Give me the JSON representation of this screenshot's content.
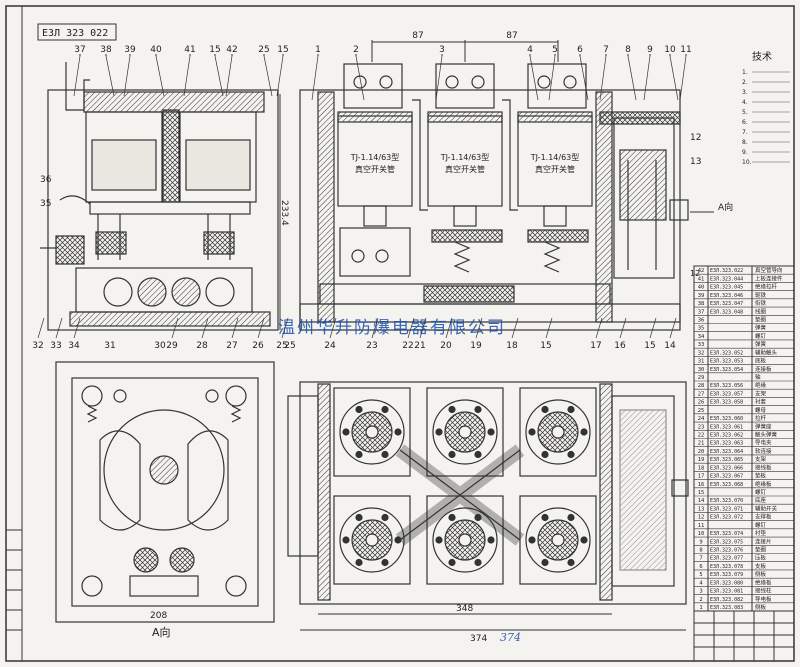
{
  "title_block": {
    "drawing_no": "ЕЗЛ 323 022"
  },
  "tech_requirements": {
    "heading": "技术",
    "lines": [
      "1.",
      "2.",
      "3.",
      "4.",
      "5.",
      "6.",
      "7.",
      "8.",
      "9.",
      "10."
    ]
  },
  "watermark": "温州华升防爆电器有限公司",
  "vacuum_tubes": [
    {
      "label": "TJ-1.14/63型\n真空开关管"
    },
    {
      "label": "TJ-1.14/63型\n真空开关管"
    },
    {
      "label": "TJ-1.14/63型\n真空开关管"
    }
  ],
  "view_labels": {
    "a_view": "A向",
    "a_view_side": "A向"
  },
  "dimensions": {
    "pitch_left": "87",
    "pitch_right": "87",
    "overall_height": "233.4",
    "width_bottom_left": "208",
    "width_bottom_inner": "348",
    "width_bottom_total": "374",
    "handwritten_total": "374",
    "small_dim": "12"
  },
  "balloons_top_left": [
    "37",
    "38",
    "39",
    "40",
    "41",
    "15",
    "42",
    "25",
    "15"
  ],
  "balloons_top_right": [
    "1",
    "2",
    "3",
    "4",
    "5",
    "6",
    "7",
    "8",
    "9",
    "10",
    "11"
  ],
  "balloons_left_side": [
    "36",
    "35"
  ],
  "balloons_right_side": [
    "12",
    "13"
  ],
  "balloons_bottom_row": [
    "32",
    "33",
    "34",
    "29",
    "28",
    "27",
    "26",
    "25",
    "24",
    "23",
    "22",
    "21",
    "20",
    "19",
    "18",
    "15",
    "17",
    "16",
    "15",
    "14"
  ],
  "balloons_lower_view": [
    "31",
    "30",
    "25"
  ],
  "parts_list": {
    "rows": [
      {
        "no": "42",
        "code": "ЕЗЛ.323.022",
        "name": "真空管导向"
      },
      {
        "no": "41",
        "code": "ЕЗЛ.323.044",
        "name": "上板连接件"
      },
      {
        "no": "40",
        "code": "ЕЗЛ.323.045",
        "name": "绝缘拉杆"
      },
      {
        "no": "39",
        "code": "ЕЗЛ.323.046",
        "name": "轭铁"
      },
      {
        "no": "38",
        "code": "ЕЗЛ.323.047",
        "name": "衔铁"
      },
      {
        "no": "37",
        "code": "ЕЗЛ.323.048",
        "name": "线圈"
      },
      {
        "no": "36",
        "code": "",
        "name": "垫圈"
      },
      {
        "no": "35",
        "code": "",
        "name": "弹簧"
      },
      {
        "no": "34",
        "code": "",
        "name": "螺钉"
      },
      {
        "no": "33",
        "code": "",
        "name": "弹簧"
      },
      {
        "no": "32",
        "code": "ЕЗЛ.323.052",
        "name": "辅助触头"
      },
      {
        "no": "31",
        "code": "ЕЗЛ.323.053",
        "name": "底板"
      },
      {
        "no": "30",
        "code": "ЕЗЛ.323.054",
        "name": "连接板"
      },
      {
        "no": "29",
        "code": "",
        "name": "轴"
      },
      {
        "no": "28",
        "code": "ЕЗЛ.323.056",
        "name": "绝缘"
      },
      {
        "no": "27",
        "code": "ЕЗЛ.323.057",
        "name": "支架"
      },
      {
        "no": "26",
        "code": "ЕЗЛ.323.058",
        "name": "衬套"
      },
      {
        "no": "25",
        "code": "",
        "name": "螺母"
      },
      {
        "no": "24",
        "code": "ЕЗЛ.323.060",
        "name": "拉杆"
      },
      {
        "no": "23",
        "code": "ЕЗЛ.323.061",
        "name": "弹簧座"
      },
      {
        "no": "22",
        "code": "ЕЗЛ.323.062",
        "name": "触头弹簧"
      },
      {
        "no": "21",
        "code": "ЕЗЛ.323.063",
        "name": "导电夹"
      },
      {
        "no": "20",
        "code": "ЕЗЛ.323.064",
        "name": "软连接"
      },
      {
        "no": "19",
        "code": "ЕЗЛ.323.065",
        "name": "支架"
      },
      {
        "no": "18",
        "code": "ЕЗЛ.323.066",
        "name": "接线板"
      },
      {
        "no": "17",
        "code": "ЕЗЛ.323.067",
        "name": "垫板"
      },
      {
        "no": "16",
        "code": "ЕЗЛ.323.068",
        "name": "绝缘板"
      },
      {
        "no": "15",
        "code": "",
        "name": "螺钉"
      },
      {
        "no": "14",
        "code": "ЕЗЛ.323.070",
        "name": "底座"
      },
      {
        "no": "13",
        "code": "ЕЗЛ.323.071",
        "name": "辅助开关"
      },
      {
        "no": "12",
        "code": "ЕЗЛ.323.072",
        "name": "支撑板"
      },
      {
        "no": "11",
        "code": "",
        "name": "螺钉"
      },
      {
        "no": "10",
        "code": "ЕЗЛ.323.074",
        "name": "衬垫"
      },
      {
        "no": "9",
        "code": "ЕЗЛ.323.075",
        "name": "连接片"
      },
      {
        "no": "8",
        "code": "ЕЗЛ.323.076",
        "name": "垫圈"
      },
      {
        "no": "7",
        "code": "ЕЗЛ.323.077",
        "name": "压板"
      },
      {
        "no": "6",
        "code": "ЕЗЛ.323.078",
        "name": "支板"
      },
      {
        "no": "5",
        "code": "ЕЗЛ.323.079",
        "name": "侧板"
      },
      {
        "no": "4",
        "code": "ЕЗЛ.323.080",
        "name": "绝缘板"
      },
      {
        "no": "3",
        "code": "ЕЗЛ.323.081",
        "name": "接线柱"
      },
      {
        "no": "2",
        "code": "ЕЗЛ.323.082",
        "name": "导电板"
      },
      {
        "no": "1",
        "code": "ЕЗЛ.323.083",
        "name": "侧板"
      }
    ]
  },
  "colors": {
    "line": "#2b2b2b",
    "paper": "#f4f3ef",
    "watermark": "#1a4fb0",
    "handwriting": "#3a5db8"
  }
}
